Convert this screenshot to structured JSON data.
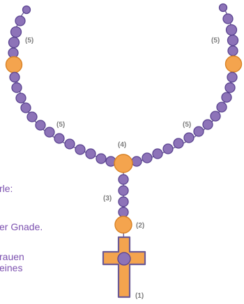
{
  "labels": {
    "five_top_left": "(5)",
    "five_top_right": "(5)",
    "five_mid_left": "(5)",
    "five_mid_right": "(5)",
    "four": "(4)",
    "three": "(3)",
    "two": "(2)",
    "one": "(1)"
  },
  "side_text": {
    "line_1": "rle:",
    "line_2": "er Gnade.",
    "line_3": "rauen",
    "line_4": "eines"
  },
  "colors": {
    "small_bead": "#8d73b8",
    "large_bead": "#f4a44e",
    "cross": "#f4a44e",
    "label_gray": "#7c7c7c",
    "text_purple": "#7d52b0"
  }
}
